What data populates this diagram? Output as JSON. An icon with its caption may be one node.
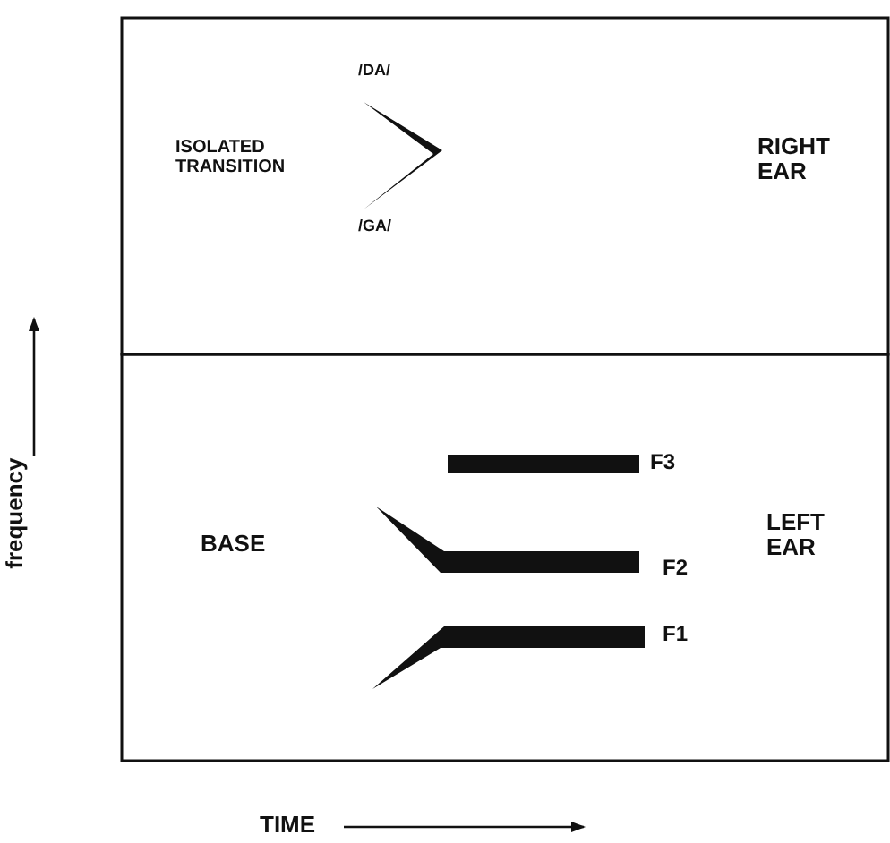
{
  "diagram": {
    "labels": [
      "/DA/",
      "ISOLATED TRANSITION",
      "RIGHT EAR",
      "/GA/",
      "F3",
      "BASE",
      "LEFT EAR",
      "F2",
      "F1",
      "frequency",
      "TIME"
    ]
  }
}
